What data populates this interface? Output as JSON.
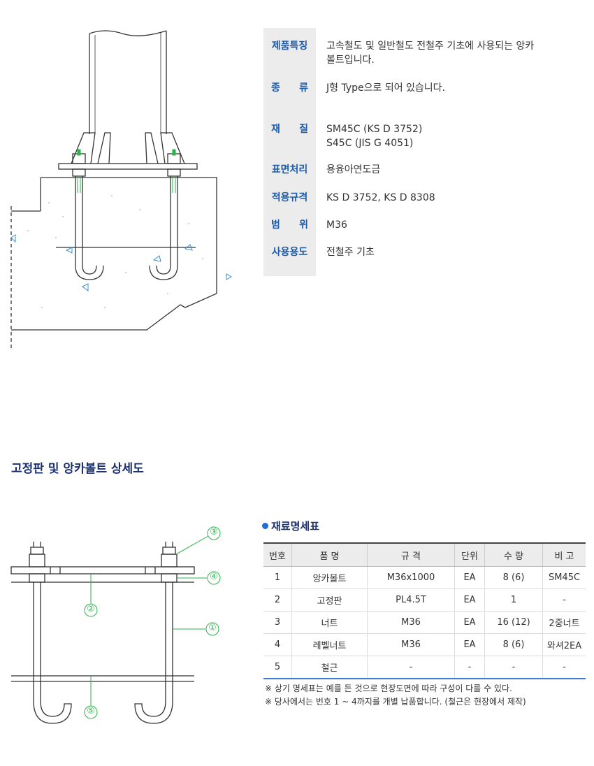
{
  "spec": [
    {
      "label": "제품특징",
      "value": "고속철도 및 일반철도 전철주 기초에 사용되는 앙카\n볼트입니다."
    },
    {
      "label": "종 류",
      "value": "J형 Type으로 되어 있습니다."
    },
    {
      "label": "재 질",
      "value": "SM45C (KS D 3752)\nS45C (JIS G 4051)"
    },
    {
      "label": "표면처리",
      "value": "용융아연도금"
    },
    {
      "label": "적용규격",
      "value": "KS D 3752, KS D 8308"
    },
    {
      "label": "범 위",
      "value": "M36"
    },
    {
      "label": "사용용도",
      "value": "전철주 기초"
    }
  ],
  "detail_title": "고정판 및 앙카볼트 상세도",
  "material_title": "재료명세표",
  "table": {
    "headers": [
      "번호",
      "품 명",
      "규 격",
      "단위",
      "수 량",
      "비 고"
    ],
    "rows": [
      [
        "1",
        "앙카볼트",
        "M36x1000",
        "EA",
        "8 (6)",
        "SM45C"
      ],
      [
        "2",
        "고정판",
        "PL4.5T",
        "EA",
        "1",
        "-"
      ],
      [
        "3",
        "너트",
        "M36",
        "EA",
        "16 (12)",
        "2중너트"
      ],
      [
        "4",
        "레벨너트",
        "M36",
        "EA",
        "8 (6)",
        "와셔2EA"
      ],
      [
        "5",
        "철근",
        "-",
        "-",
        "-",
        "-"
      ]
    ]
  },
  "notes": [
    "※ 상기 명세표는 예를 든 것으로 현장도면에 따라 구성이 다를 수 있다.",
    "※ 당사에서는 번호 1 ~ 4까지를 개별 납품합니다. (철근은 현장에서 제작)"
  ],
  "callouts": [
    "③",
    "④",
    "②",
    "①",
    "⑤"
  ],
  "colors": {
    "label_blue": "#1d5aa8",
    "title_navy": "#1a2f6b",
    "callout_green": "#2bb34a",
    "accent_blue": "#3a7bd5"
  }
}
